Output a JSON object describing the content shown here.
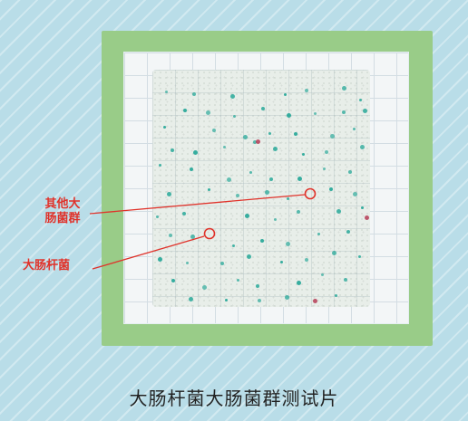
{
  "labels": {
    "other_coliforms": "其他大肠菌群",
    "e_coli": "大肠杆菌"
  },
  "caption": "大肠杆菌大肠菌群测试片",
  "colors": {
    "background": "#b9dde8",
    "frame": "#99cc88",
    "plate": "#f3f6f7",
    "colony_blue": "#1fa595",
    "colony_red": "#b2314c",
    "callout": "#e0322a"
  }
}
